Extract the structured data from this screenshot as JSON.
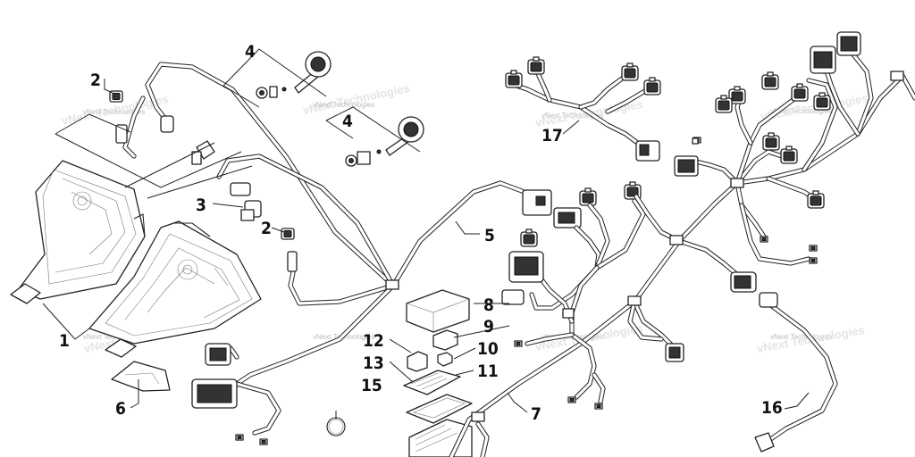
{
  "diagram": {
    "callouts": [
      {
        "id": "c1",
        "label": "1"
      },
      {
        "id": "c2a",
        "label": "2"
      },
      {
        "id": "c2b",
        "label": "2"
      },
      {
        "id": "c3",
        "label": "3"
      },
      {
        "id": "c4a",
        "label": "4"
      },
      {
        "id": "c4b",
        "label": "4"
      },
      {
        "id": "c5",
        "label": "5"
      },
      {
        "id": "c6",
        "label": "6"
      },
      {
        "id": "c7",
        "label": "7"
      },
      {
        "id": "c8",
        "label": "8"
      },
      {
        "id": "c9",
        "label": "9"
      },
      {
        "id": "c10",
        "label": "10"
      },
      {
        "id": "c11",
        "label": "11"
      },
      {
        "id": "c12",
        "label": "12"
      },
      {
        "id": "c13",
        "label": "13"
      },
      {
        "id": "c15",
        "label": "15"
      },
      {
        "id": "c16",
        "label": "16"
      },
      {
        "id": "c17",
        "label": "17"
      }
    ],
    "watermark": "vNext Technologies"
  }
}
